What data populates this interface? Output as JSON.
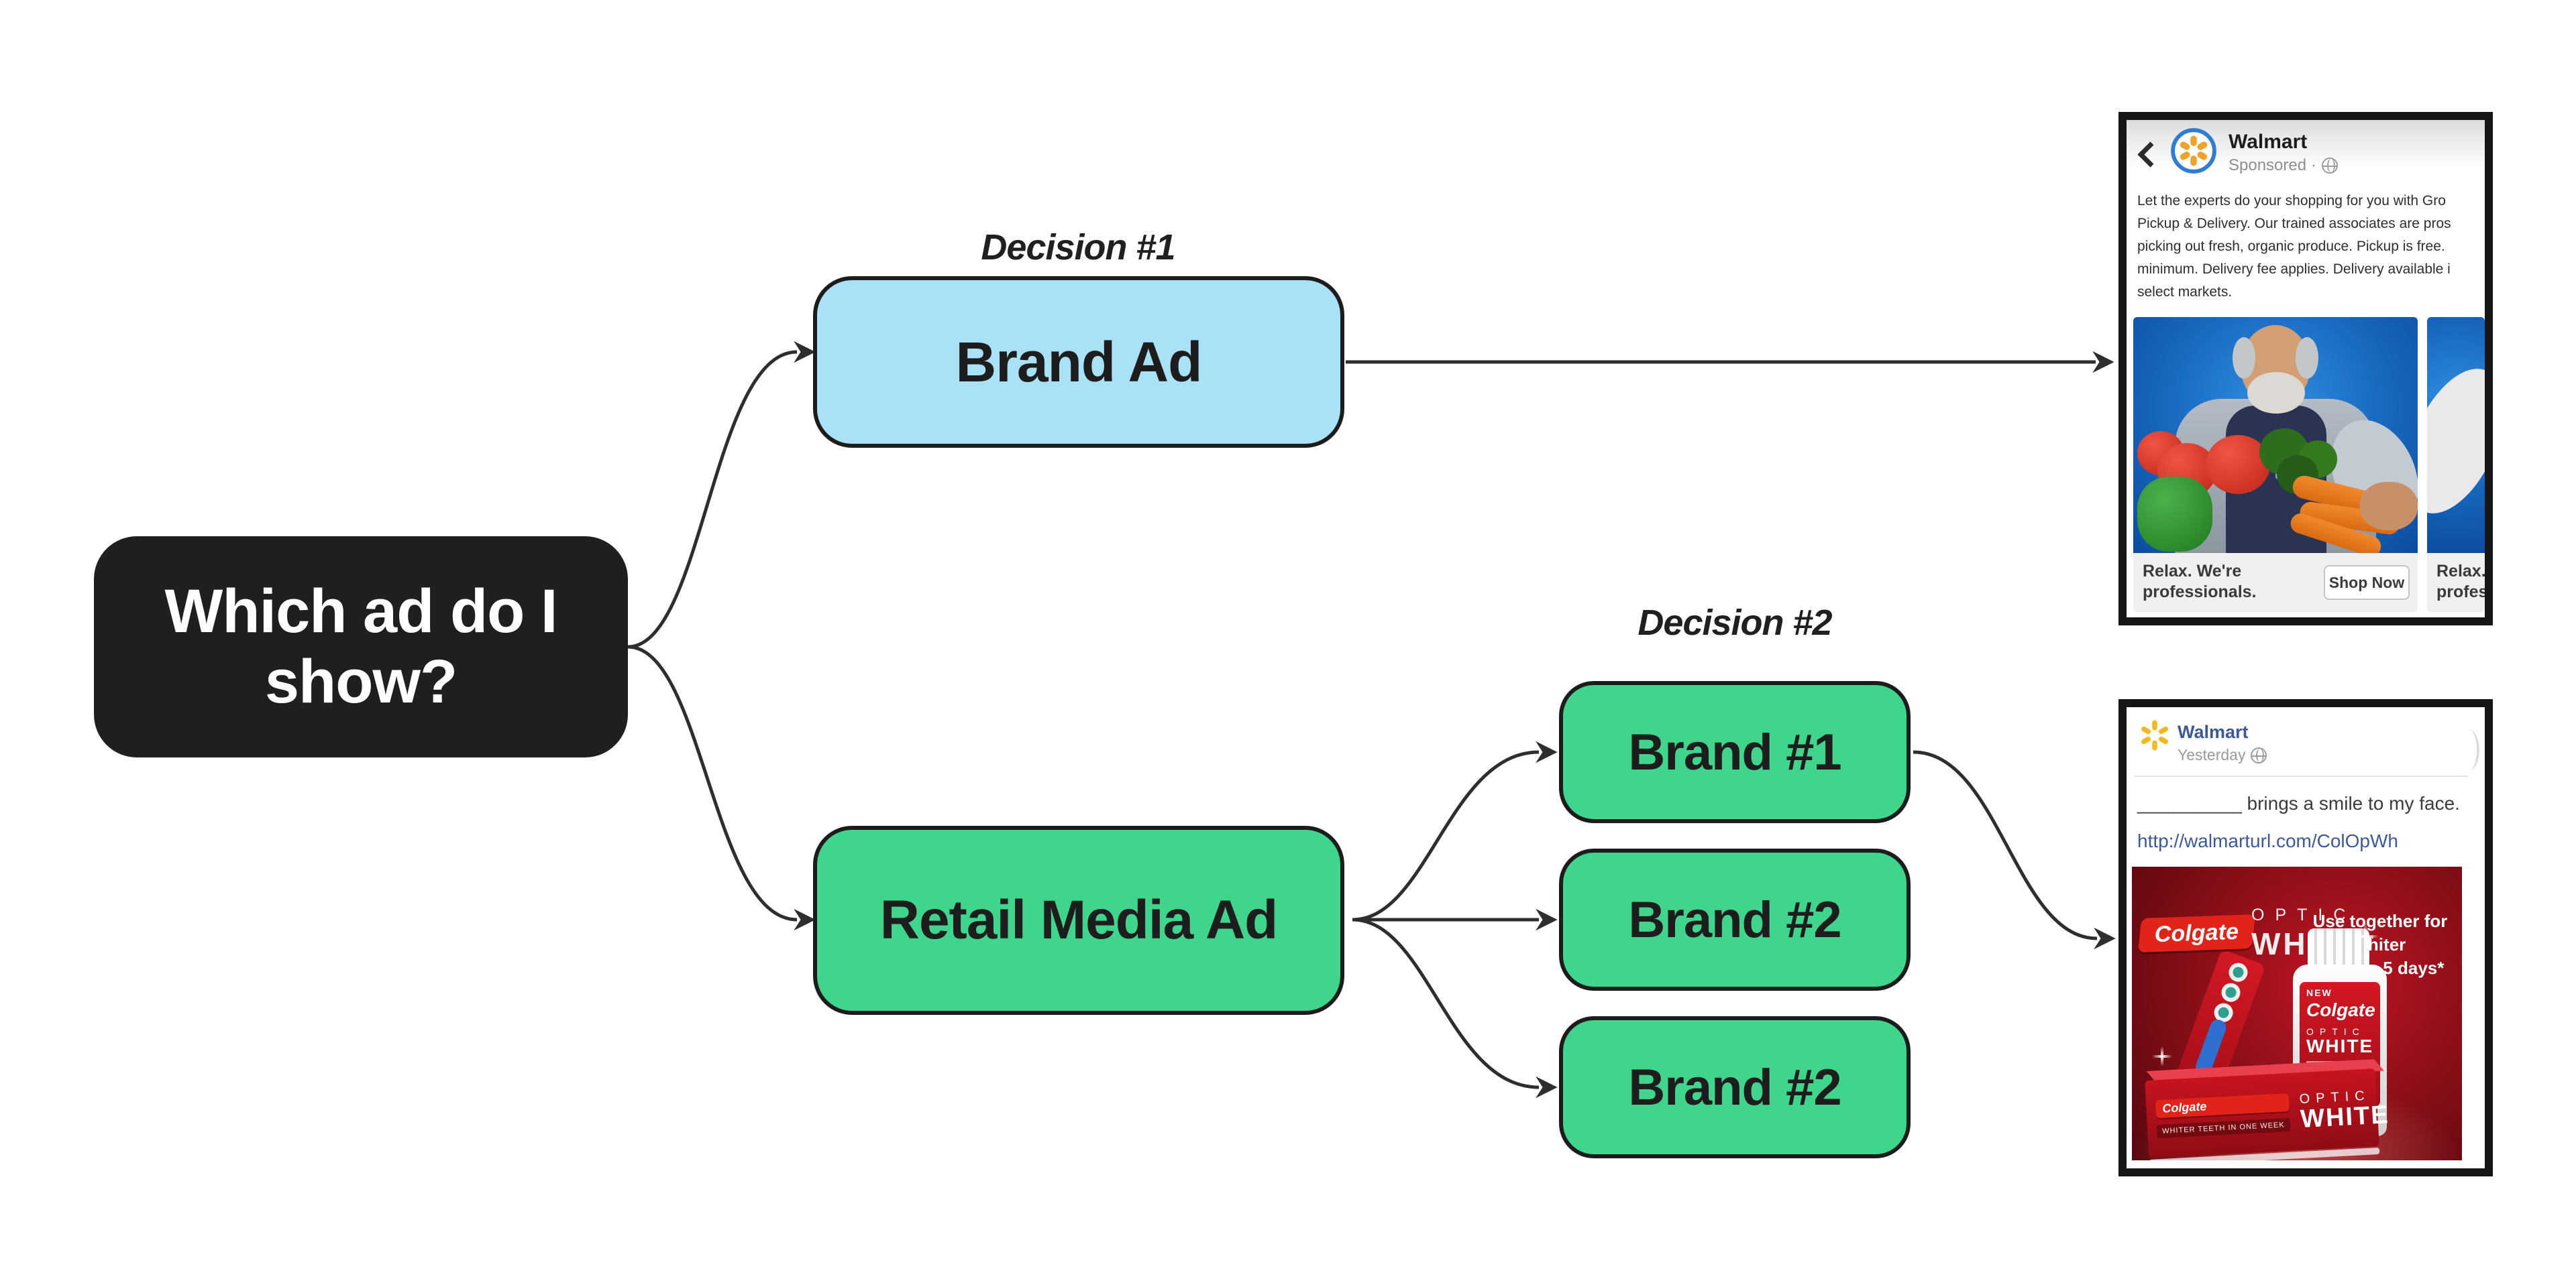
{
  "diagram": {
    "root": {
      "label": "Which ad do I show?"
    },
    "decision1_label": "Decision #1",
    "decision2_label": "Decision #2",
    "brand_ad": {
      "label": "Brand Ad"
    },
    "retail_media_ad": {
      "label": "Retail Media Ad"
    },
    "brands": [
      {
        "label": "Brand #1"
      },
      {
        "label": "Brand #2"
      },
      {
        "label": "Brand #2"
      }
    ],
    "colors": {
      "node_dark": "#1F1F1F",
      "node_blue": "#A9E2F7",
      "node_green": "#3FD58C",
      "node_border": "#1C1C1C",
      "arrow": "#2E2E2E"
    }
  },
  "brand_ad_preview": {
    "advertiser": "Walmart",
    "sponsored_label": "Sponsored ·",
    "body_lines": [
      "Let the experts do your shopping for you with Gro",
      "Pickup & Delivery. Our trained associates are pros",
      "picking out fresh, organic produce. Pickup is free.",
      "minimum. Delivery fee applies. Delivery available i",
      "select markets."
    ],
    "main_card": {
      "headline_line1": "Relax. We're",
      "headline_line2": "professionals.",
      "cta": "Shop Now"
    },
    "side_card": {
      "headline_line1": "Relax.",
      "headline_line2": "profes"
    },
    "colors": {
      "ring_blue": "#2E7CD3",
      "spark_orange": "#F0A32A",
      "photo_blue": "#1767BD"
    }
  },
  "retail_ad_preview": {
    "advertiser": "Walmart",
    "timestamp": "Yesterday",
    "body": "__________ brings a smile to my face.",
    "link": "http://walmarturl.com/ColOpWh",
    "colors": {
      "walmart_blue": "#3B5998",
      "spark_yellow": "#F5B91D",
      "colgate_red": "#E2231A",
      "creative_red": "#8C0F18"
    },
    "creative": {
      "brand_logo": "Colgate",
      "product_line1": "OPTIC",
      "product_line2": "WHITE",
      "trademark": "™",
      "headline_line1": "Use together for whiter",
      "headline_line2": "teeth in 5 days*",
      "bottle": {
        "new_tag": "NEW",
        "brand": "Colgate",
        "line1": "OPTIC",
        "line2": "WHITE"
      },
      "box": {
        "brand": "Colgate",
        "claim": "WHITER TEETH IN ONE WEEK",
        "line1": "OPTIC",
        "line2": "WHITE"
      },
      "brush_brand": "Colgate"
    }
  }
}
